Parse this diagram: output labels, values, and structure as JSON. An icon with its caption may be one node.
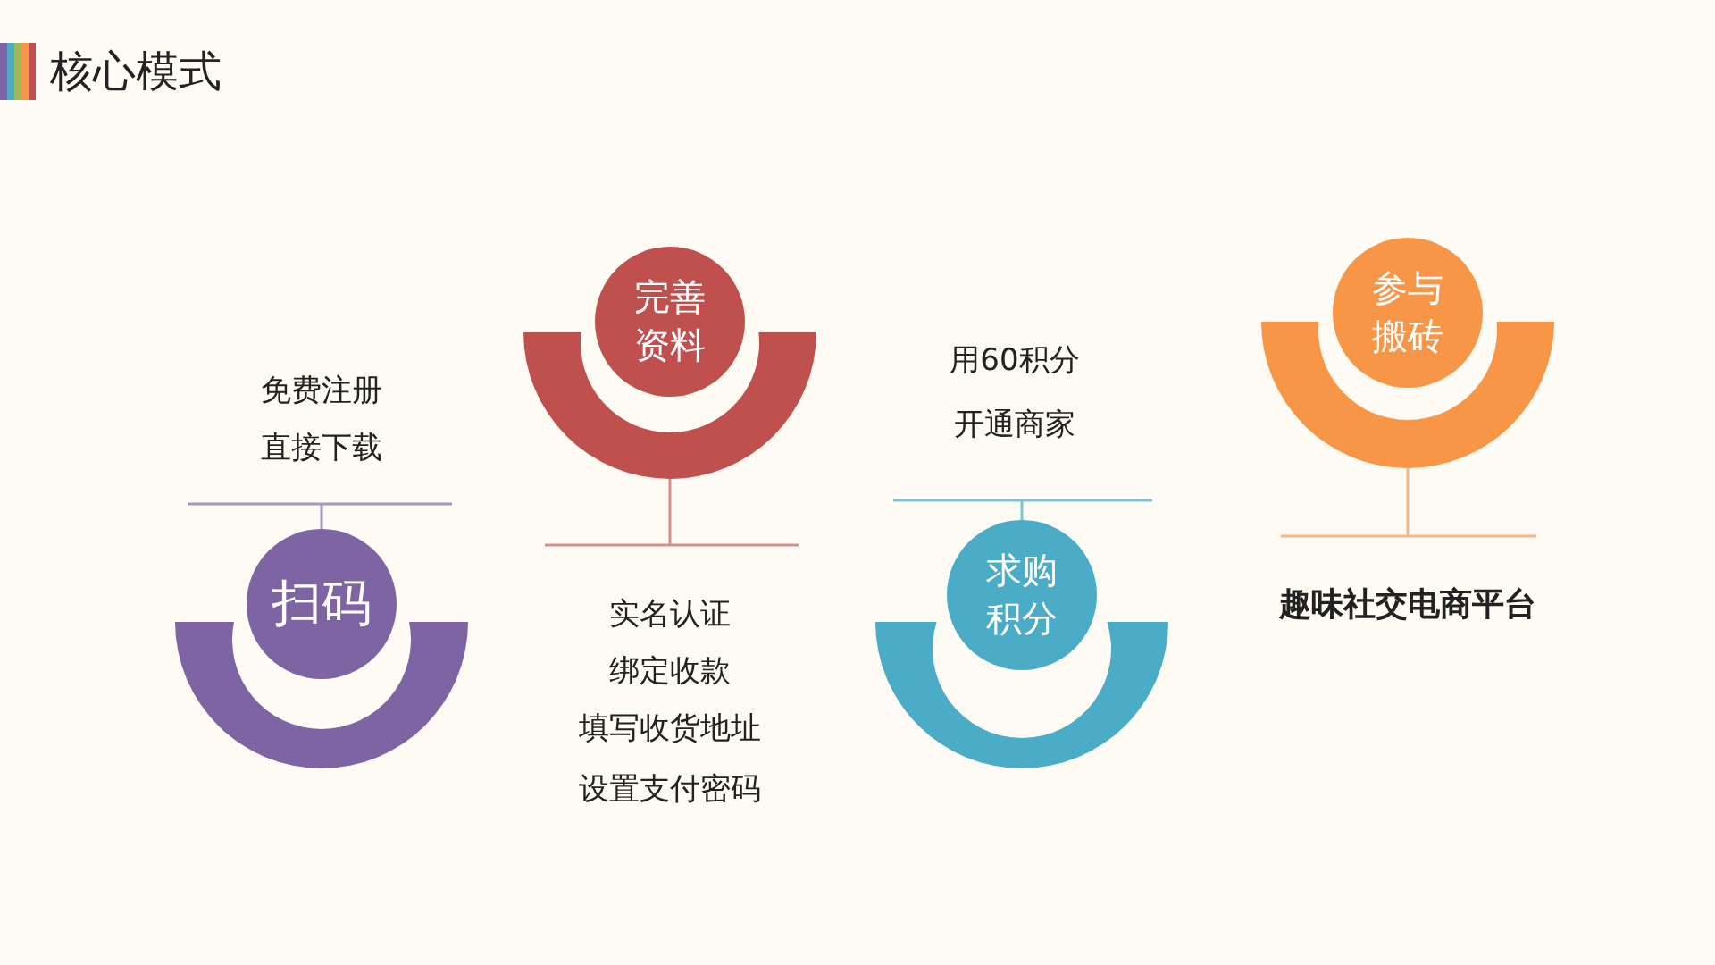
{
  "diagram": {
    "title": "核心模式",
    "nodes": [
      {
        "text": [
          "扫码"
        ],
        "beside": [
          "免费注册",
          "直接下载"
        ]
      },
      {
        "text": [
          "完善资料"
        ],
        "beside": [
          "实名认证",
          "绑定收款",
          "填写收货地址",
          "设置支付密码"
        ]
      },
      {
        "text": [
          "求购积分"
        ],
        "beside": [
          "用60积分",
          "开通商家"
        ]
      },
      {
        "text": [
          "参与搬砖"
        ]
      }
    ],
    "labels": [
      "趣味社交电商平台"
    ]
  }
}
